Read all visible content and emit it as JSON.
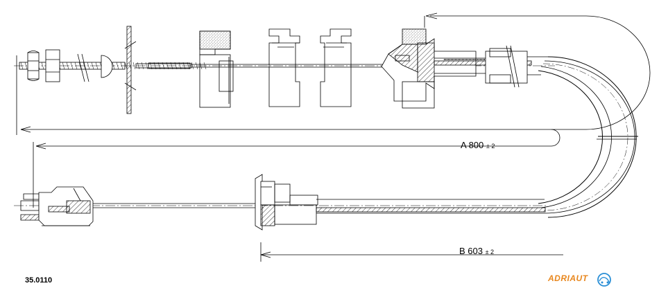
{
  "dimensions": {
    "a": {
      "letter": "A",
      "value": "800",
      "tolerance": "± 2"
    },
    "b": {
      "letter": "B",
      "value": "603",
      "tolerance": "± 2"
    }
  },
  "part_number": "35.0110",
  "brand": {
    "name": "ADRIAUTO",
    "name_visible": "ADRIAUT",
    "color": "#e8871e",
    "accent": "#2a8fd6"
  }
}
